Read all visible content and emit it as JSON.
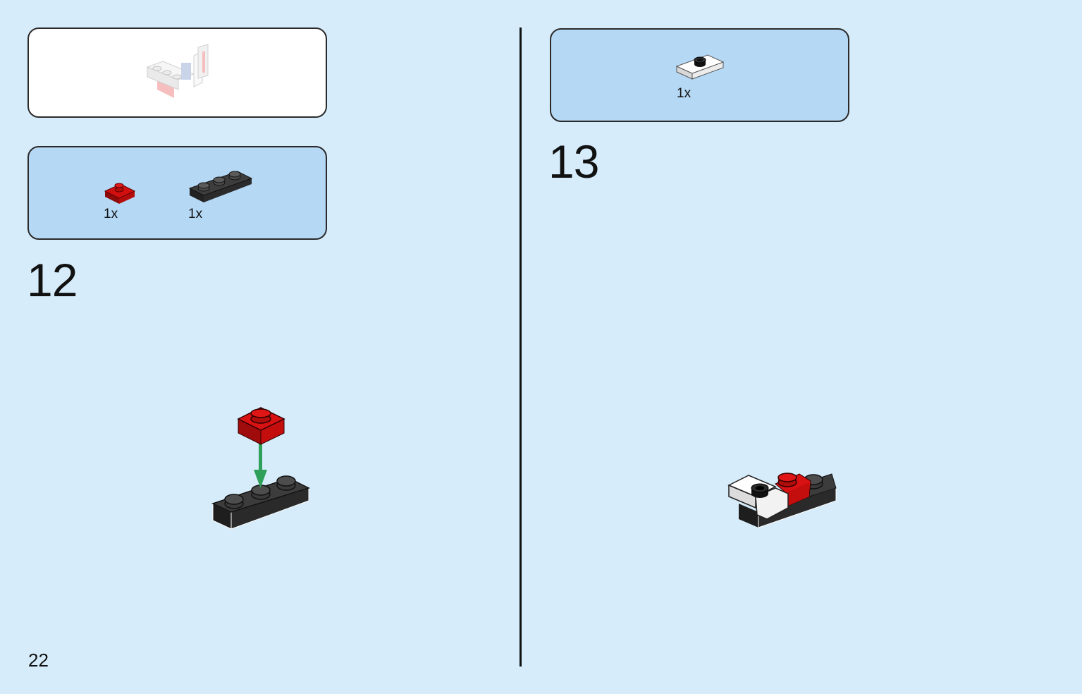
{
  "page": {
    "number": "22"
  },
  "steps": [
    {
      "number": "12",
      "parts": [
        {
          "quantity": "1x",
          "part": "red 1x1 plate",
          "color": "#d10f0f"
        },
        {
          "quantity": "1x",
          "part": "black 1x3 plate",
          "color": "#333333"
        }
      ]
    },
    {
      "number": "13",
      "parts": [
        {
          "quantity": "1x",
          "part": "white jumper plate",
          "color": "#ffffff"
        }
      ]
    }
  ],
  "colors": {
    "background": "#d6ecfa",
    "parts_box": "#b5d8f5",
    "arrow": "#2ea05a",
    "red": "#d10f0f",
    "black": "#333333"
  }
}
